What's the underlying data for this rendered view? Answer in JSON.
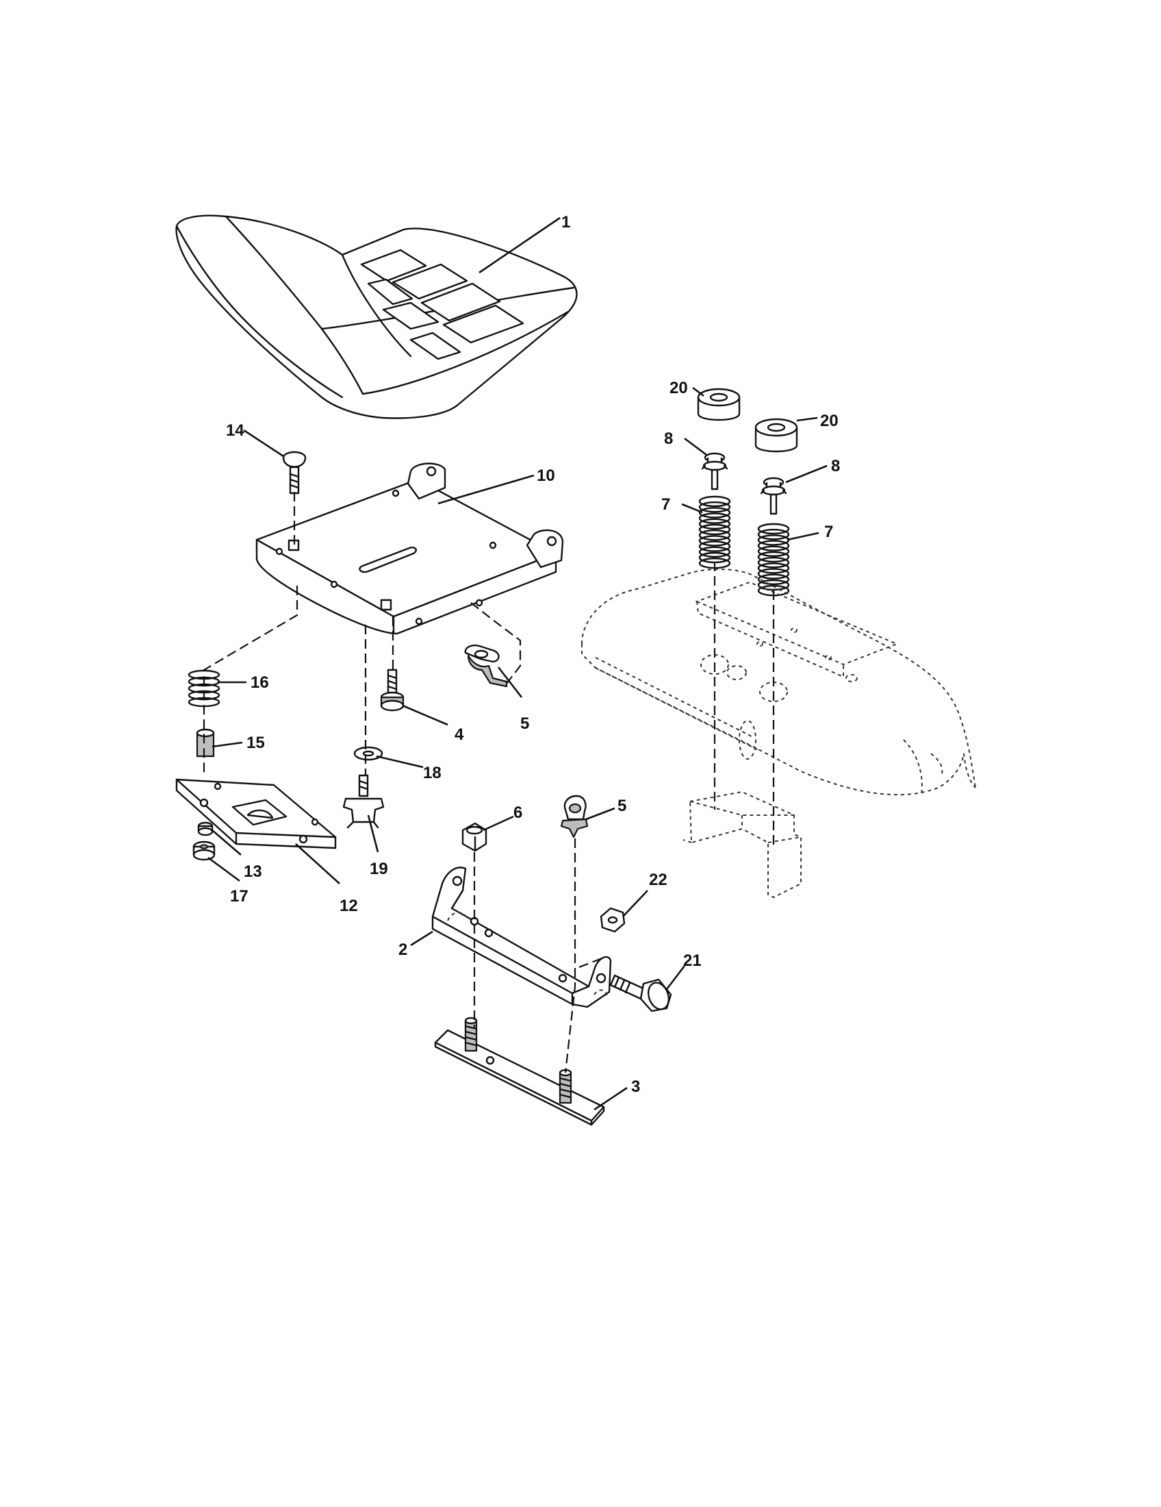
{
  "parts": [
    {
      "id": "p1",
      "name": "seat",
      "label": "1"
    },
    {
      "id": "p2",
      "name": "seat-pivot-bracket",
      "label": "2"
    },
    {
      "id": "p3",
      "name": "stud-plate",
      "label": "3"
    },
    {
      "id": "p4",
      "name": "shoulder-bolt",
      "label": "4"
    },
    {
      "id": "p5a",
      "name": "clip-upper",
      "label": "5"
    },
    {
      "id": "p5b",
      "name": "clip-lower",
      "label": "5"
    },
    {
      "id": "p6",
      "name": "lock-nut",
      "label": "6"
    },
    {
      "id": "p7a",
      "name": "spring-left",
      "label": "7"
    },
    {
      "id": "p7b",
      "name": "spring-right",
      "label": "7"
    },
    {
      "id": "p8a",
      "name": "screw-left",
      "label": "8"
    },
    {
      "id": "p8b",
      "name": "screw-right",
      "label": "8"
    },
    {
      "id": "p10",
      "name": "seat-pan",
      "label": "10"
    },
    {
      "id": "p12",
      "name": "adjust-plate",
      "label": "12"
    },
    {
      "id": "p13",
      "name": "washer-small",
      "label": "13"
    },
    {
      "id": "p14",
      "name": "carriage-bolt",
      "label": "14"
    },
    {
      "id": "p15",
      "name": "spacer",
      "label": "15"
    },
    {
      "id": "p16",
      "name": "compression-spring",
      "label": "16"
    },
    {
      "id": "p17",
      "name": "flange-nut",
      "label": "17"
    },
    {
      "id": "p18",
      "name": "flat-washer",
      "label": "18"
    },
    {
      "id": "p19",
      "name": "wing-knob",
      "label": "19"
    },
    {
      "id": "p20a",
      "name": "bushing-left",
      "label": "20"
    },
    {
      "id": "p20b",
      "name": "bushing-right",
      "label": "20"
    },
    {
      "id": "p21",
      "name": "pivot-bolt",
      "label": "21"
    },
    {
      "id": "p22",
      "name": "hex-nut",
      "label": "22"
    }
  ]
}
